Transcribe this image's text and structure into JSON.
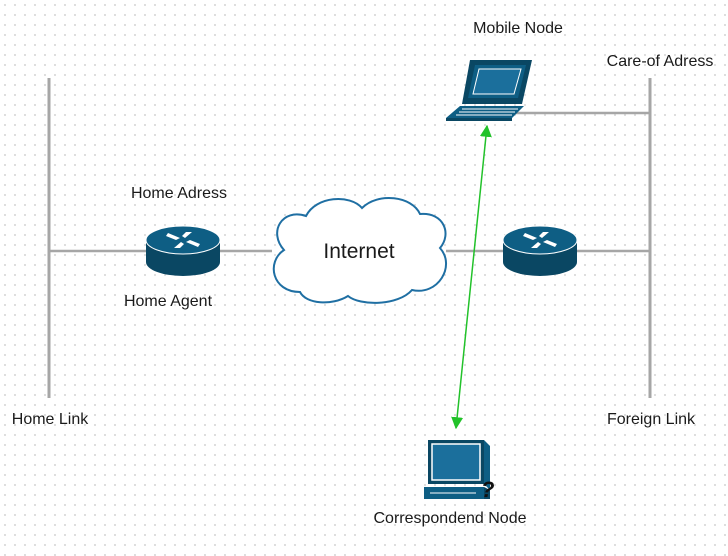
{
  "labels": {
    "mobile_node": "Mobile Node",
    "care_of_address": "Care-of Adress",
    "home_address": "Home Adress",
    "home_agent": "Home Agent",
    "internet": "Internet",
    "home_link": "Home Link",
    "foreign_link": "Foreign Link",
    "correspondent_node": "Correspondend Node",
    "question_mark": "?"
  },
  "colors": {
    "link_line": "#a6a6a6",
    "device_blue": "#0e5e84",
    "device_dark": "#0a4763",
    "device_light": "#ffffff",
    "screen_blue": "#1b6f9c",
    "signal_arrow": "#22c22a",
    "cloud_stroke": "#1f6fa3",
    "cloud_fill": "#ffffff",
    "text": "#1a1a1a"
  },
  "icons": [
    "router-icon",
    "laptop-icon",
    "desktop-computer-icon",
    "cloud-icon"
  ]
}
